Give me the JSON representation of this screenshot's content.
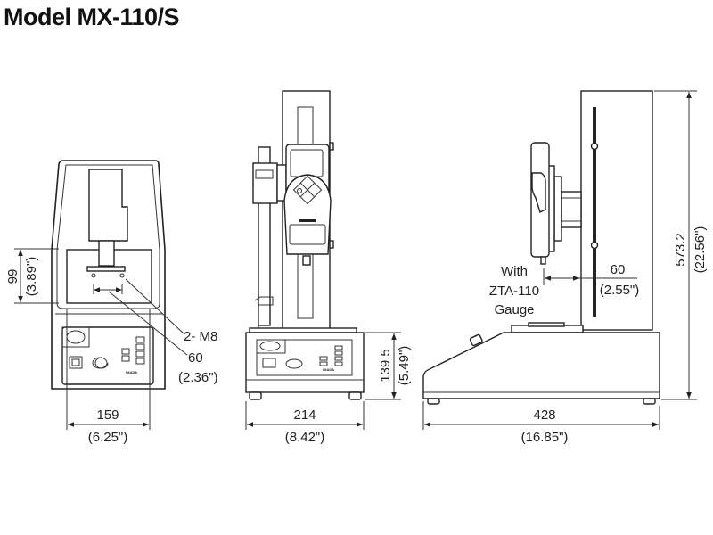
{
  "title": "Model MX-110/S",
  "brand": "IMADA",
  "front_view": {
    "height_dim": "99",
    "height_dim_in": "(3.89\")",
    "hole_label": "2- M8",
    "hole_spacing": "60",
    "hole_spacing_in": "(2.36\")",
    "width_dim": "159",
    "width_dim_in": "(6.25\")"
  },
  "middle_view": {
    "base_height_dim": "139.5",
    "base_height_dim_in": "(5.49\")",
    "width_dim": "214",
    "width_dim_in": "(8.42\")"
  },
  "side_view": {
    "gauge_note": [
      "With",
      "ZTA-110",
      "Gauge"
    ],
    "offset_dim": "60",
    "offset_dim_in": "(2.55\")",
    "height_dim": "573.2",
    "height_dim_in": "(22.56\")",
    "depth_dim": "428",
    "depth_dim_in": "(16.85\")"
  }
}
